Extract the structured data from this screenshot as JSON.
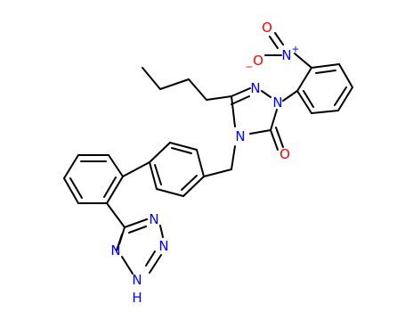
{
  "colors": {
    "bond": "#000000",
    "nitrogen": "#0000ff",
    "oxygen": "#ff0000"
  },
  "atoms": {
    "nitro_o_top": "O",
    "nitro_n": "N",
    "nitro_plus": "+",
    "nitro_o_minus": "O",
    "nitro_minus": "−",
    "triazole_n1": "N",
    "triazole_n2": "N",
    "triazole_n4": "N",
    "carbonyl_o": "O",
    "tetrazole_n_a": "N",
    "tetrazole_n_b": "N",
    "tetrazole_n_c": "N",
    "tetrazole_n_d": "N",
    "tetrazole_h": "H"
  }
}
